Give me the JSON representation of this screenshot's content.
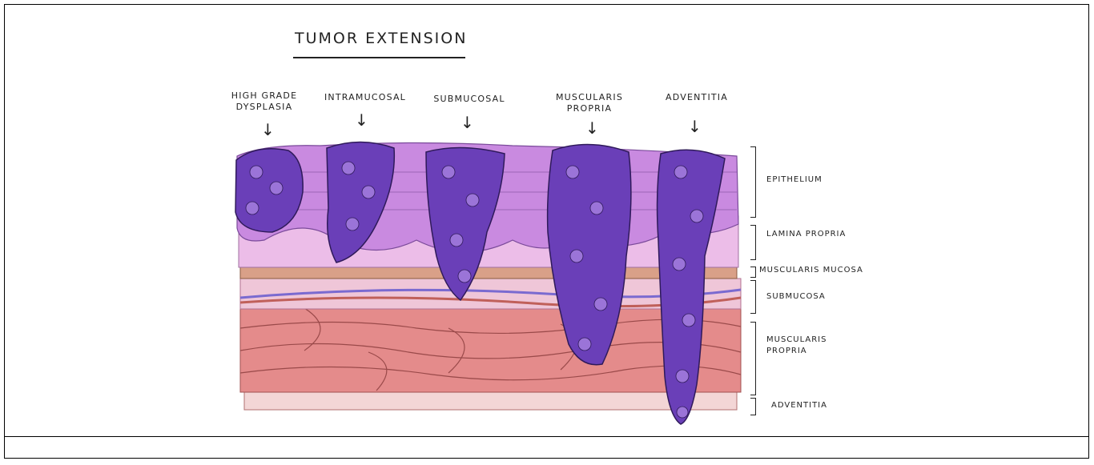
{
  "diagram": {
    "title": "TUMOR EXTENSION",
    "stages": [
      {
        "id": "high-grade-dysplasia",
        "label": "HIGH GRADE\nDYSPLASIA"
      },
      {
        "id": "intramucosal",
        "label": "INTRAMUCOSAL"
      },
      {
        "id": "submucosal",
        "label": "SUBMUCOSAL"
      },
      {
        "id": "muscularis-propria",
        "label": "MUSCULARIS\nPROPRIA"
      },
      {
        "id": "adventitia",
        "label": "ADVENTITIA"
      }
    ],
    "layers": [
      {
        "id": "epithelium",
        "label": "EPITHELIUM"
      },
      {
        "id": "lamina-propria",
        "label": "LAMINA PROPRIA"
      },
      {
        "id": "muscularis-mucosa",
        "label": "MUSCULARIS MUCOSA"
      },
      {
        "id": "submucosa",
        "label": "SUBMUCOSA"
      },
      {
        "id": "muscularis-propria",
        "label": "MUSCULARIS\nPROPRIA"
      },
      {
        "id": "adventitia",
        "label": "ADVENTITIA"
      }
    ],
    "colors": {
      "epithelium": "#c98ae0",
      "lamina_propria": "#ecbde8",
      "submucosa": "#efc6d8",
      "muscle": "#e48b8b",
      "adventitia": "#f3d6d6",
      "tumor": "#6a3fb8"
    }
  }
}
